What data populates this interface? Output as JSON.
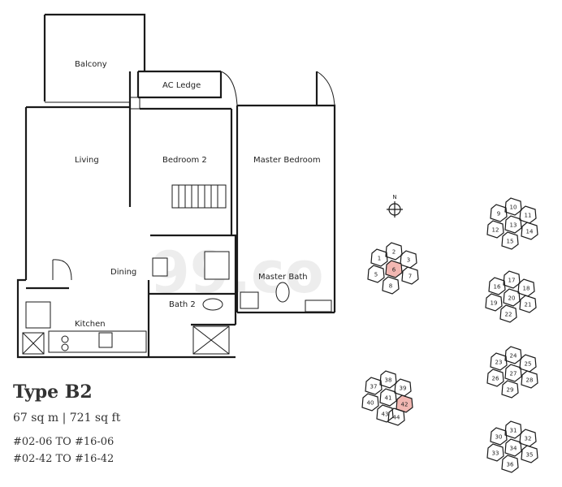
{
  "rooms": {
    "balcony": "Balcony",
    "ac_ledge": "AC Ledge",
    "living": "Living",
    "bedroom2": "Bedroom 2",
    "master_bedroom": "Master Bedroom",
    "dining": "Dining",
    "master_bath": "Master Bath",
    "bath2": "Bath 2",
    "kitchen": "Kitchen"
  },
  "compass": "N",
  "unit": {
    "type": "Type B2",
    "size": "67 sq m  | 721 sq ft",
    "ranges": [
      "#02-06 TO #16-06",
      "#02-42 TO #16-42"
    ]
  },
  "key_plan": {
    "highlight_color": "#f2b7b2",
    "clusters": [
      {
        "blocks": [
          "1",
          "2",
          "3",
          "5",
          "6",
          "7",
          "8"
        ],
        "highlighted": "6"
      },
      {
        "blocks": [
          "9",
          "10",
          "11",
          "12",
          "13",
          "14",
          "15"
        ],
        "highlighted": null
      },
      {
        "blocks": [
          "16",
          "17",
          "18",
          "19",
          "20",
          "21",
          "22"
        ],
        "highlighted": null
      },
      {
        "blocks": [
          "37",
          "38",
          "39",
          "40",
          "41",
          "42",
          "43",
          "44"
        ],
        "highlighted": "42"
      },
      {
        "blocks": [
          "23",
          "24",
          "25",
          "26",
          "27",
          "28",
          "29"
        ],
        "highlighted": null
      },
      {
        "blocks": [
          "30",
          "31",
          "32",
          "33",
          "34",
          "35",
          "36"
        ],
        "highlighted": null
      }
    ]
  }
}
